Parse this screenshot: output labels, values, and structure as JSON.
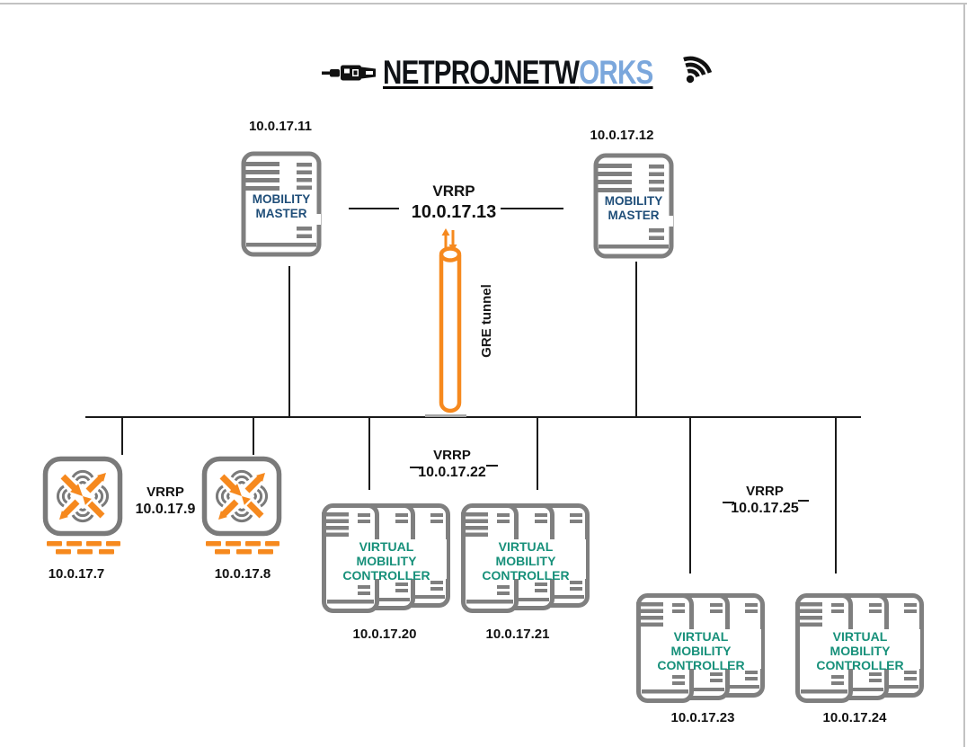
{
  "colors": {
    "orange": "#f6891e",
    "icon_gray": "#7f7f7f",
    "master_text_navy": "#1f4e79",
    "vmc_text_teal": "#17907a",
    "connector_black": "#1a1a1a",
    "logo_blue": "#7ba7dc"
  },
  "logo": {
    "brand_black": "NETPROJNETW",
    "brand_blue": "ORKS",
    "left_icon": "usb-cable-plug",
    "right_icon": "wifi-signal"
  },
  "masters": {
    "vrrp": {
      "label": "VRRP",
      "ip": "10.0.17.13"
    },
    "items": [
      {
        "ip": "10.0.17.11",
        "line1": "MOBILITY",
        "line2": "MASTER"
      },
      {
        "ip": "10.0.17.12",
        "line1": "MOBILITY",
        "line2": "MASTER"
      }
    ]
  },
  "gre": {
    "label": "GRE tunnel"
  },
  "access_points": {
    "vrrp": {
      "label": "VRRP",
      "ip": "10.0.17.9"
    },
    "items": [
      {
        "ip": "10.0.17.7"
      },
      {
        "ip": "10.0.17.8"
      }
    ]
  },
  "vmc_group_a": {
    "vrrp": {
      "label": "VRRP",
      "ip": "10.0.17.22"
    },
    "items": [
      {
        "ip": "10.0.17.20",
        "line1": "VIRTUAL",
        "line2": "MOBILITY",
        "line3": "CONTROLLER"
      },
      {
        "ip": "10.0.17.21",
        "line1": "VIRTUAL",
        "line2": "MOBILITY",
        "line3": "CONTROLLER"
      }
    ]
  },
  "vmc_group_b": {
    "vrrp": {
      "label": "VRRP",
      "ip": "10.0.17.25"
    },
    "items": [
      {
        "ip": "10.0.17.23",
        "line1": "VIRTUAL",
        "line2": "MOBILITY",
        "line3": "CONTROLLER"
      },
      {
        "ip": "10.0.17.24",
        "line1": "VIRTUAL",
        "line2": "MOBILITY",
        "line3": "CONTROLLER"
      }
    ]
  }
}
